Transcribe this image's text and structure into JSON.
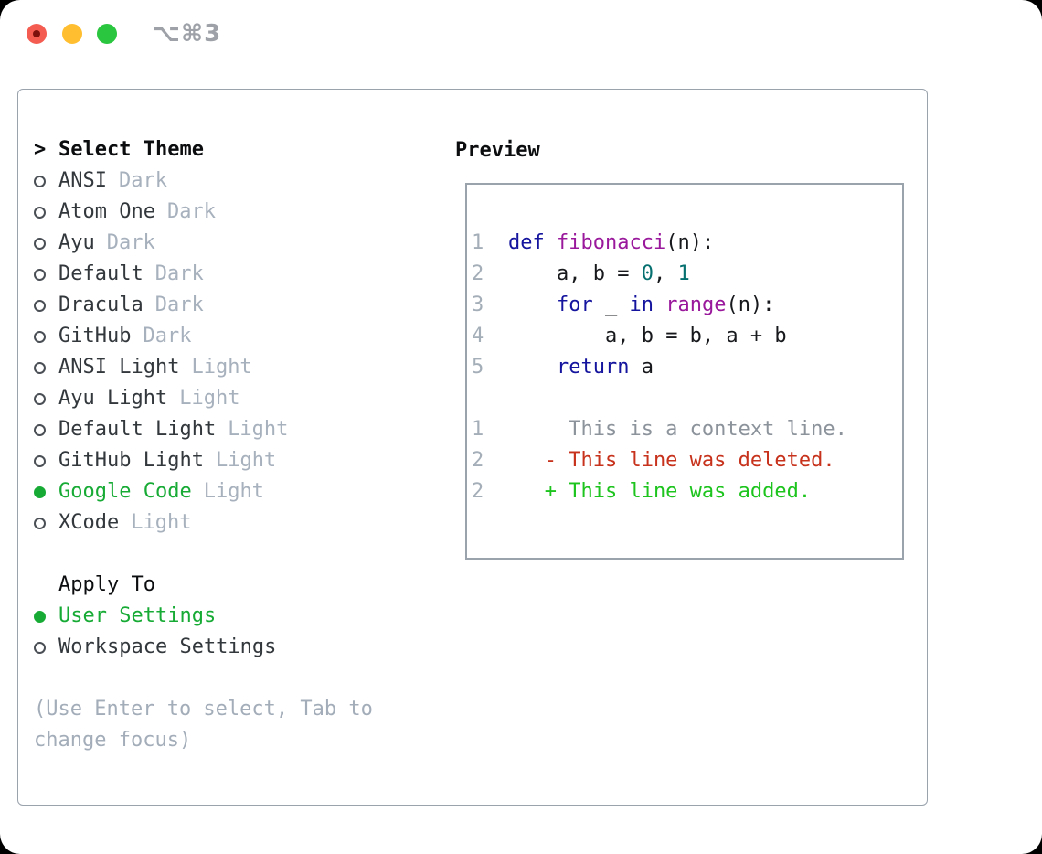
{
  "window": {
    "title": "⌥⌘3",
    "traffic_lights": [
      {
        "name": "close",
        "color": "#F45C51",
        "inner_dot": "#7C100C"
      },
      {
        "name": "minimize",
        "color": "#FFBE2F",
        "inner_dot": null
      },
      {
        "name": "zoom",
        "color": "#2AC63F",
        "inner_dot": null
      }
    ]
  },
  "theme_panel": {
    "header_marker": ">",
    "header_label": "Select Theme",
    "themes": [
      {
        "name": "ANSI",
        "variant": "Dark",
        "selected": false
      },
      {
        "name": "Atom One",
        "variant": "Dark",
        "selected": false
      },
      {
        "name": "Ayu",
        "variant": "Dark",
        "selected": false
      },
      {
        "name": "Default",
        "variant": "Dark",
        "selected": false
      },
      {
        "name": "Dracula",
        "variant": "Dark",
        "selected": false
      },
      {
        "name": "GitHub",
        "variant": "Dark",
        "selected": false
      },
      {
        "name": "ANSI Light",
        "variant": "Light",
        "selected": false
      },
      {
        "name": "Ayu Light",
        "variant": "Light",
        "selected": false
      },
      {
        "name": "Default Light",
        "variant": "Light",
        "selected": false
      },
      {
        "name": "GitHub Light",
        "variant": "Light",
        "selected": false
      },
      {
        "name": "Google Code",
        "variant": "Light",
        "selected": true
      },
      {
        "name": "XCode",
        "variant": "Light",
        "selected": false
      }
    ],
    "apply_to_label": "Apply To",
    "apply_options": [
      {
        "label": "User Settings",
        "selected": true
      },
      {
        "label": "Workspace Settings",
        "selected": false
      }
    ],
    "help_text": "(Use Enter to select, Tab to change focus)"
  },
  "preview_panel": {
    "header_label": "Preview",
    "code_lines": [
      {
        "number": "1",
        "indent": 0,
        "segments": [
          [
            "keyword",
            "def"
          ],
          [
            "plain",
            " "
          ],
          [
            "function_name",
            "fibonacci"
          ],
          [
            "plain",
            "(n):"
          ]
        ]
      },
      {
        "number": "2",
        "indent": 4,
        "segments": [
          [
            "plain",
            "a, b = "
          ],
          [
            "number",
            "0"
          ],
          [
            "plain",
            ", "
          ],
          [
            "number",
            "1"
          ]
        ]
      },
      {
        "number": "3",
        "indent": 4,
        "segments": [
          [
            "keyword",
            "for"
          ],
          [
            "plain",
            " _ "
          ],
          [
            "keyword",
            "in"
          ],
          [
            "plain",
            " "
          ],
          [
            "function_name",
            "range"
          ],
          [
            "plain",
            "(n):"
          ]
        ]
      },
      {
        "number": "4",
        "indent": 8,
        "segments": [
          [
            "plain",
            "a, b = b, a + b"
          ]
        ]
      },
      {
        "number": "5",
        "indent": 4,
        "segments": [
          [
            "keyword",
            "return"
          ],
          [
            "plain",
            " a"
          ]
        ]
      }
    ],
    "diff_lines": [
      {
        "number": "1",
        "marker": "",
        "kind": "context",
        "text": "This is a context line."
      },
      {
        "number": "2",
        "marker": "-",
        "kind": "deleted",
        "text": "This line was deleted."
      },
      {
        "number": "2",
        "marker": "+",
        "kind": "added",
        "text": "This line was added."
      }
    ]
  },
  "colors": {
    "selected_green": "#17AB35",
    "keyword": "#14149E",
    "function_name": "#99189B",
    "number": "#066F6F",
    "plain": "#16181B",
    "line_number": "#A4AEB8",
    "context": "#8C939B",
    "deleted": "#C7321C",
    "added": "#1DC41D",
    "panel_border": "#9AA2AC"
  }
}
